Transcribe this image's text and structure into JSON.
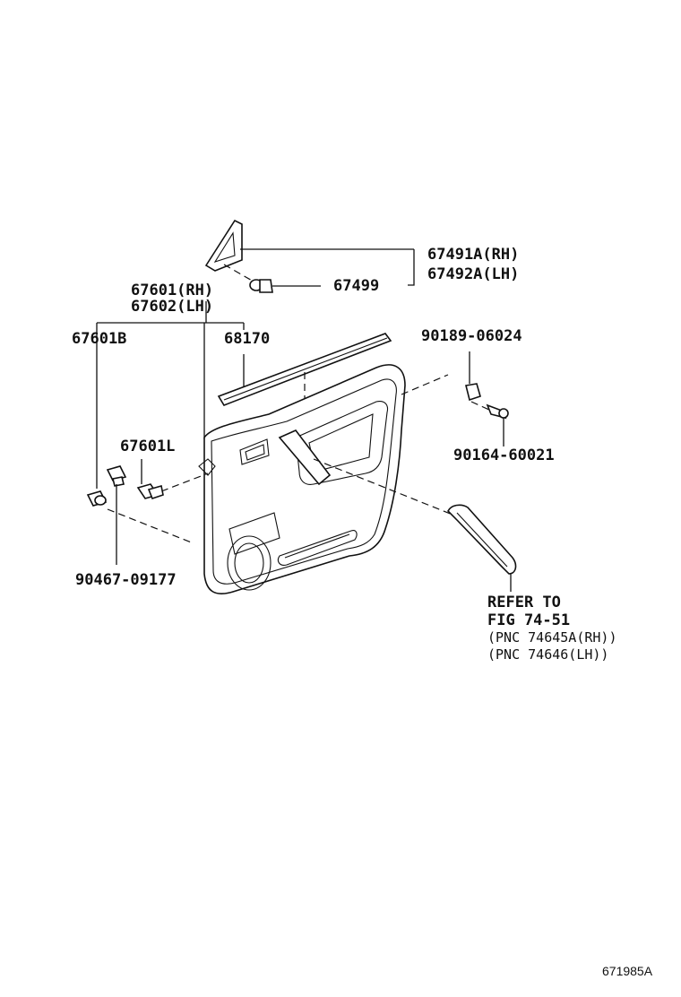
{
  "parts": {
    "mirror_cover": {
      "label_rh": "67491A(RH)",
      "label_lh": "67492A(LH)"
    },
    "clip_67499": {
      "label": "67499"
    },
    "door_trim_board": {
      "label_rh": "67601(RH)",
      "label_lh": "67602(LH)"
    },
    "trim_67601b": {
      "label": "67601B"
    },
    "weatherstrip": {
      "label": "68170"
    },
    "grommet_90189": {
      "label": "90189-06024"
    },
    "screw_90164": {
      "label": "90164-60021"
    },
    "pad_67601l": {
      "label": "67601L"
    },
    "clip_90467": {
      "label": "90467-09177"
    },
    "armrest_reference": {
      "line1": "REFER TO",
      "line2": "FIG 74-51",
      "line3": "(PNC 74645A(RH))",
      "line4": "(PNC 74646(LH))"
    }
  },
  "figure_id": "671985A"
}
